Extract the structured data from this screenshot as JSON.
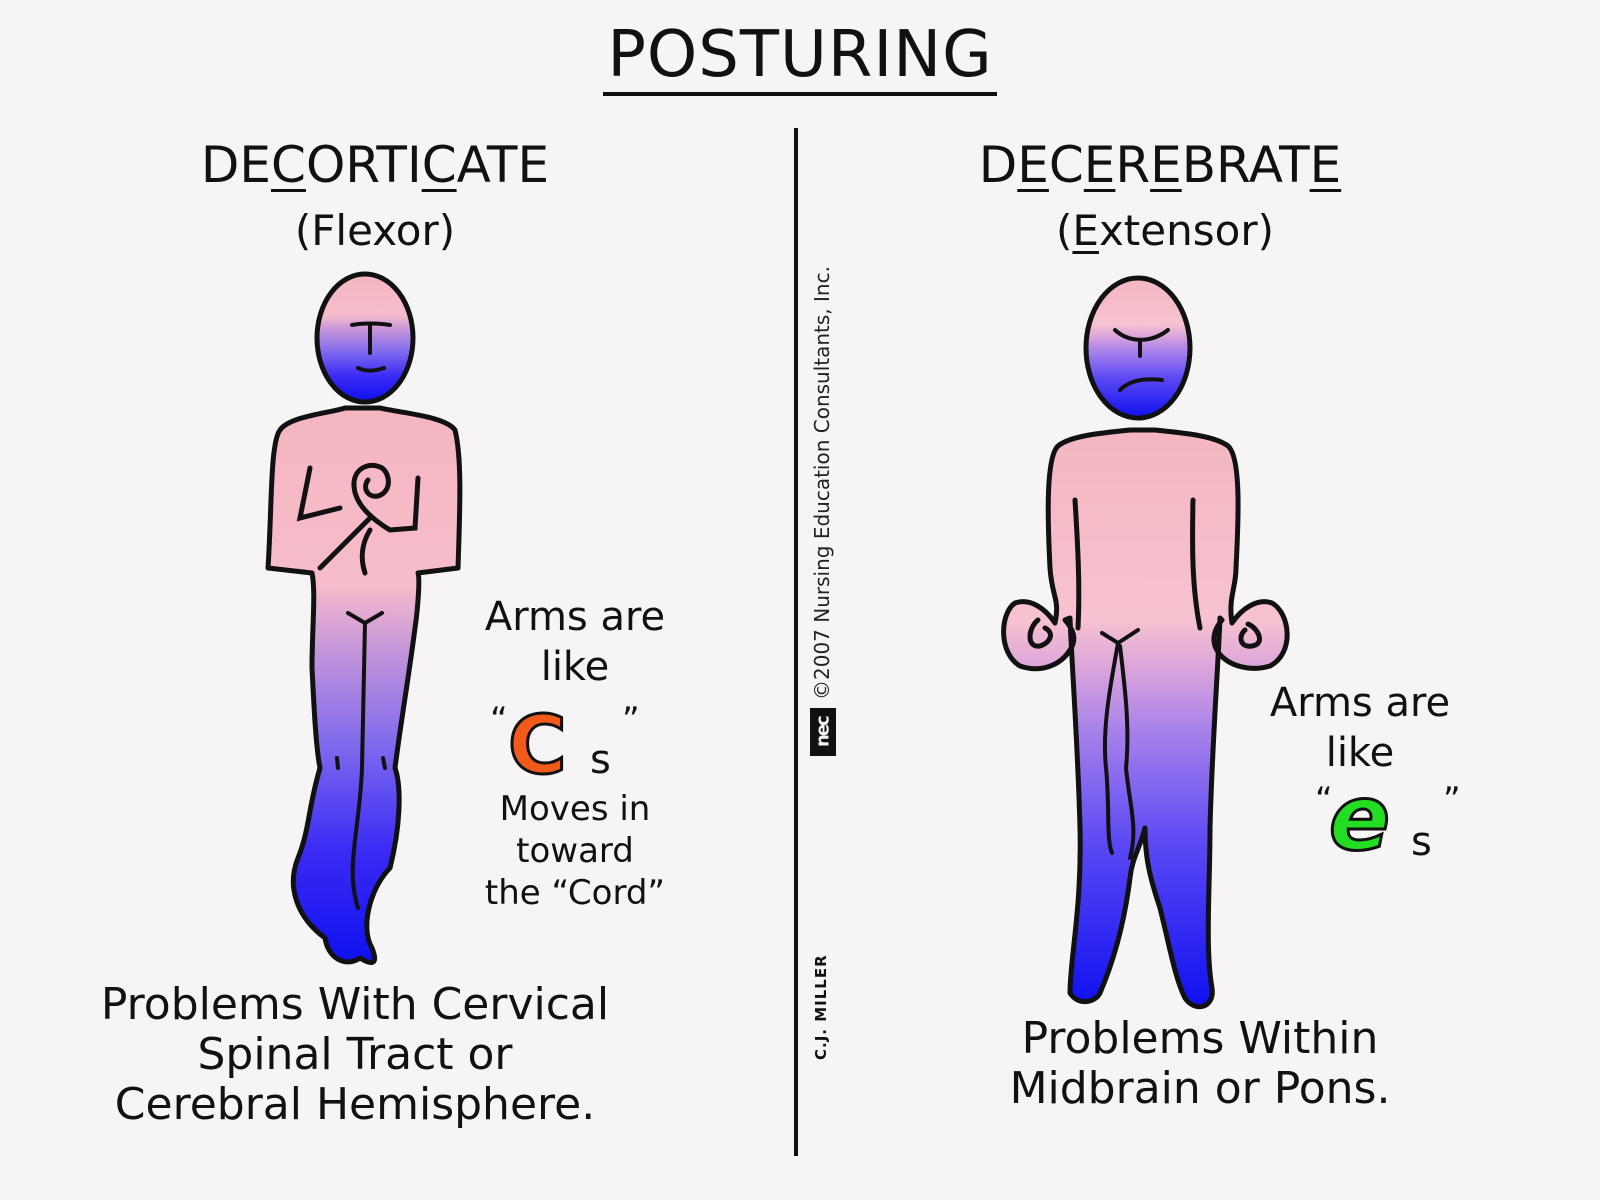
{
  "title": "POSTURING",
  "left": {
    "heading_parts": [
      "DE",
      "C",
      "ORTI",
      "C",
      "ATE"
    ],
    "subheading": "(Flexor)",
    "arms_line1": "Arms are",
    "arms_line2": "like",
    "open_quote": "“",
    "big_letter": "C",
    "small_letter": "s",
    "close_quote": "”",
    "big_letter_color": "#f05a1a",
    "moves_line1": "Moves in",
    "moves_line2": "toward",
    "moves_line3": "the “Cord”",
    "bottom_line1": "Problems With Cervical",
    "bottom_line2": "Spinal Tract or",
    "bottom_line3": "Cerebral Hemisphere."
  },
  "right": {
    "heading_parts": [
      "D",
      "E",
      "C",
      "E",
      "R",
      "E",
      "BRAT",
      "E"
    ],
    "subheading_open": "(",
    "subheading_e": "E",
    "subheading_rest": "xtensor)",
    "arms_line1": "Arms are",
    "arms_line2": "like",
    "open_quote": "“",
    "big_letter": "e",
    "small_letter": "s",
    "close_quote": "”",
    "big_letter_color": "#22dd22",
    "bottom_line1": "Problems Within",
    "bottom_line2": "Midbrain or Pons."
  },
  "center": {
    "copyright": "©2007 Nursing Education Consultants, Inc.",
    "logo": "nec",
    "artist": "C.J. MILLER"
  },
  "colors": {
    "background": "#f6f4f4",
    "skin_top": "#f4b8c4",
    "skin_mid": "#c896dc",
    "skin_bottom": "#1414f0",
    "outline": "#111111"
  }
}
